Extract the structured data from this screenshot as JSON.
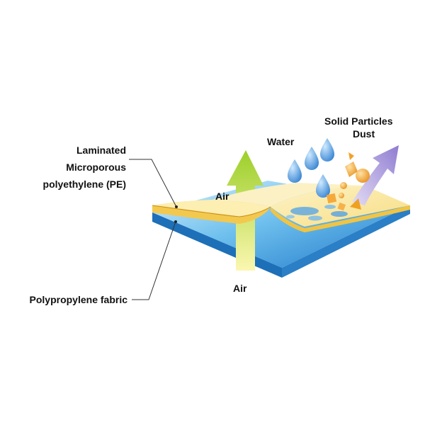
{
  "labels": {
    "laminated_line1": "Laminated",
    "laminated_line2": "Microporous",
    "laminated_line3": "polyethylene (PE)",
    "polypropylene": "Polypropylene fabric",
    "air_top": "Air",
    "air_bottom": "Air",
    "water": "Water",
    "solid_particles": "Solid Particles",
    "dust": "Dust"
  },
  "colors": {
    "top_layer": "#fbe9a6",
    "top_layer_edge": "#f2c74a",
    "bottom_layer": "#2e8fd6",
    "bottom_layer_light": "#bfe3f7",
    "air_arrow": "#c8e23c",
    "particle_arrow": "#a99ad9",
    "water_drop": "#3a8fd4",
    "particle": "#f0a020"
  }
}
